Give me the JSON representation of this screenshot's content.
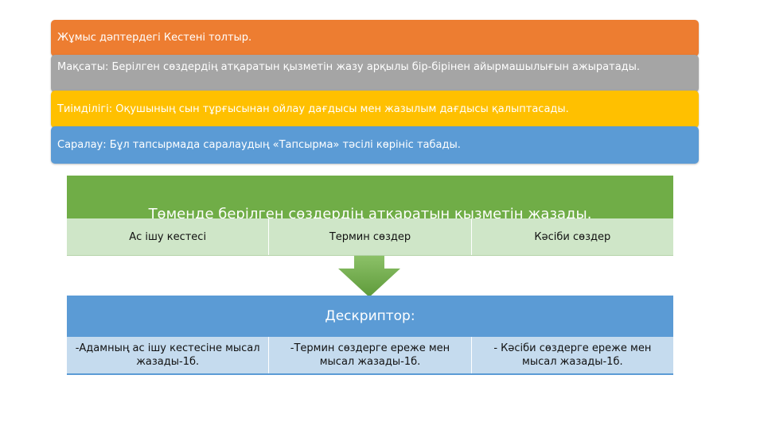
{
  "bars": [
    {
      "text": "Жұмыс дәптердегі Кестені толтыр.",
      "color": "#ed7d31"
    },
    {
      "text": "Мақсаты: Берілген сөздердің атқаратын қызметін жазу арқылы бір-бірінен айырмашылығын ажыратады.",
      "color": "#a5a5a5"
    },
    {
      "text": "Тиімділігі: Оқушының сын тұрғысынан ойлау дағдысы мен жазылым дағдысы қалыптасады.",
      "color": "#ffc000"
    },
    {
      "text": "Саралау: Бұл тапсырмада саралаудың «Тапсырма» тәсілі көрініс табады.",
      "color": "#5b9bd5"
    }
  ],
  "task_table": {
    "title": "Төменде берілген сөздердің атқаратын қызметін жазады.",
    "columns": [
      "Ас ішу кестесі",
      "Термин сөздер",
      "Кәсіби сөздер"
    ],
    "header_color": "#70ad47"
  },
  "arrow": {
    "icon": "down-arrow-icon",
    "color": "#70ad47"
  },
  "descriptor_table": {
    "title": "Дескриптор:",
    "cells": [
      "-Адамның ас ішу кестесіне мысал жазады-1б.",
      "-Термин сөздерге ереже мен мысал жазады-1б.",
      "- Кәсіби сөздерге ереже мен мысал жазады-1б."
    ],
    "header_color": "#5b9bd5"
  }
}
